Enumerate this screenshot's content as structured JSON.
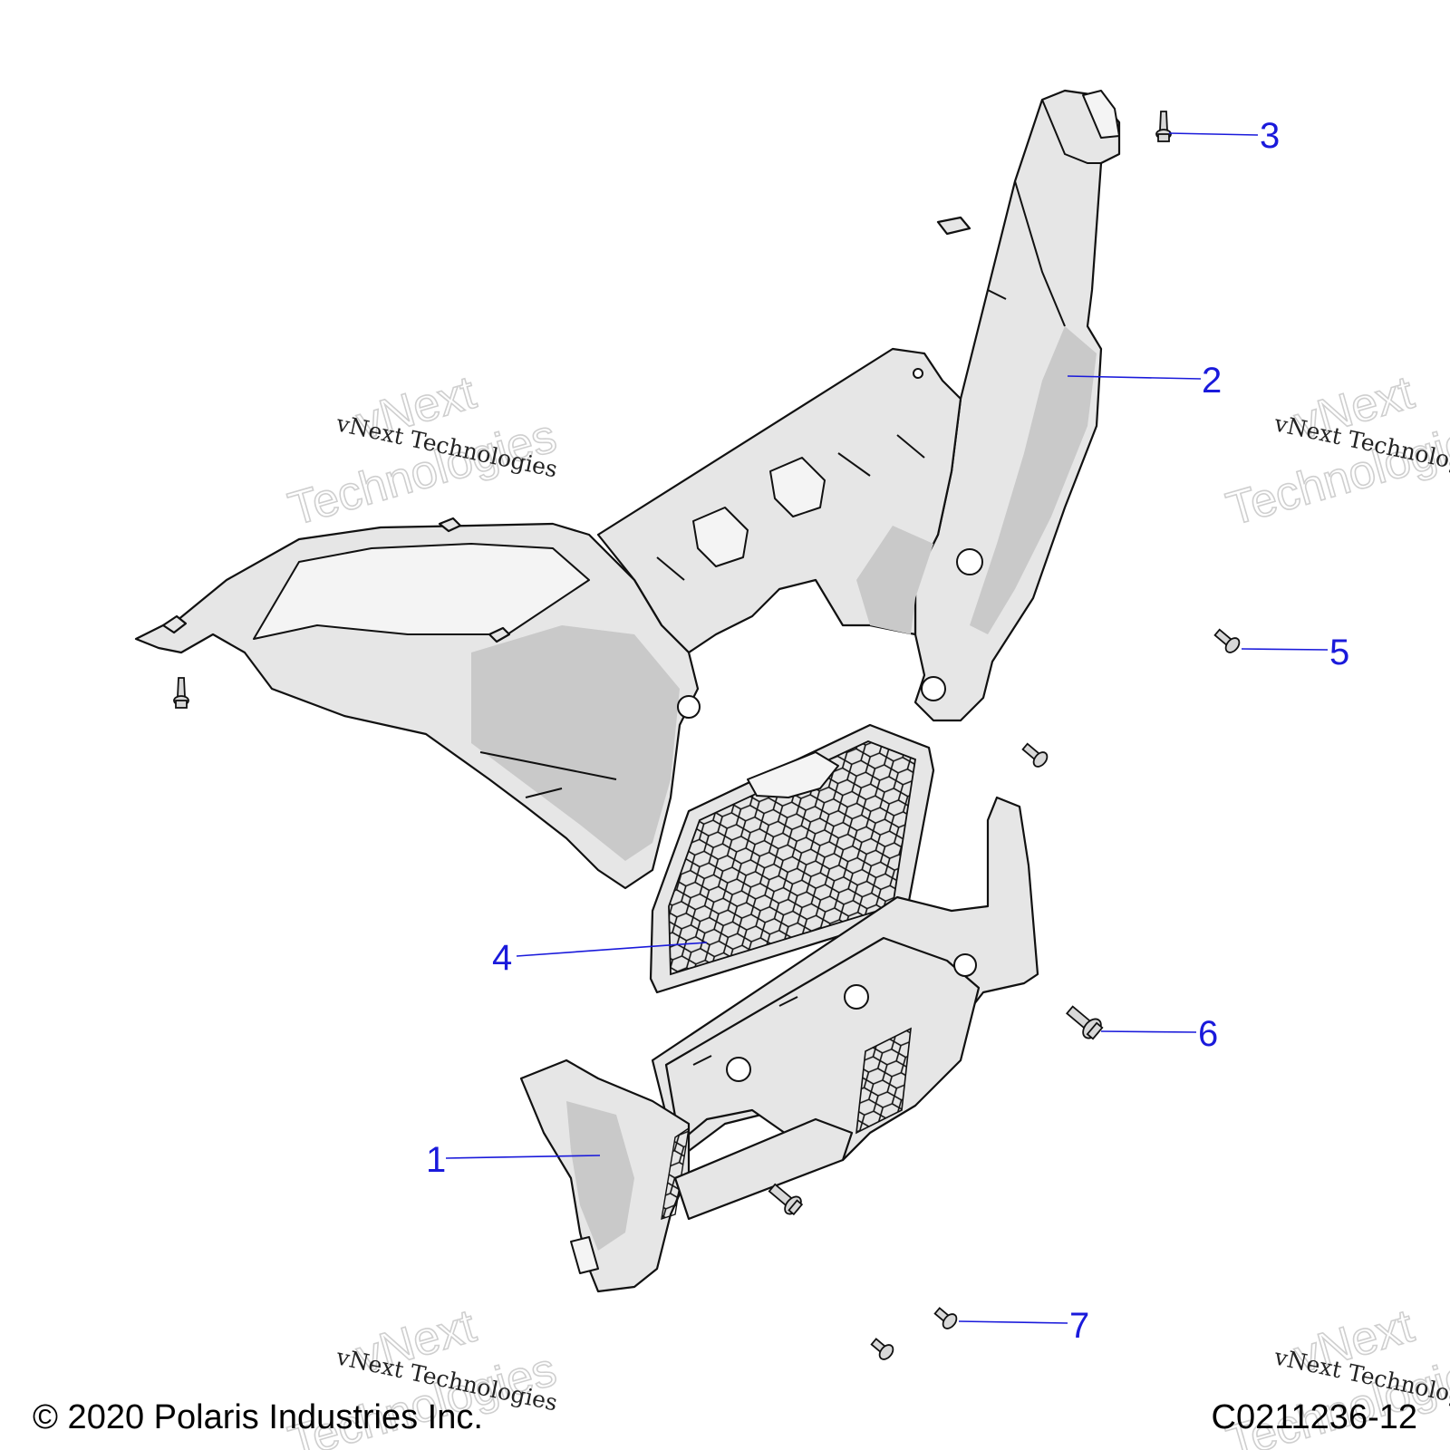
{
  "callouts": [
    {
      "id": "1",
      "label": "1"
    },
    {
      "id": "2",
      "label": "2"
    },
    {
      "id": "3",
      "label": "3"
    },
    {
      "id": "4",
      "label": "4"
    },
    {
      "id": "5",
      "label": "5"
    },
    {
      "id": "6",
      "label": "6"
    },
    {
      "id": "7",
      "label": "7"
    }
  ],
  "watermark": {
    "line1": "vNext Technologies",
    "big1": "vNext",
    "big2": "Technologies"
  },
  "footer": {
    "copyright": "© 2020 Polaris Industries Inc.",
    "drawing_number": "C0211236-12"
  },
  "colors": {
    "callout": "#1a1adb",
    "line": "#111111",
    "part_fill": "#e6e6e6",
    "shade": "#c9c9c9"
  }
}
